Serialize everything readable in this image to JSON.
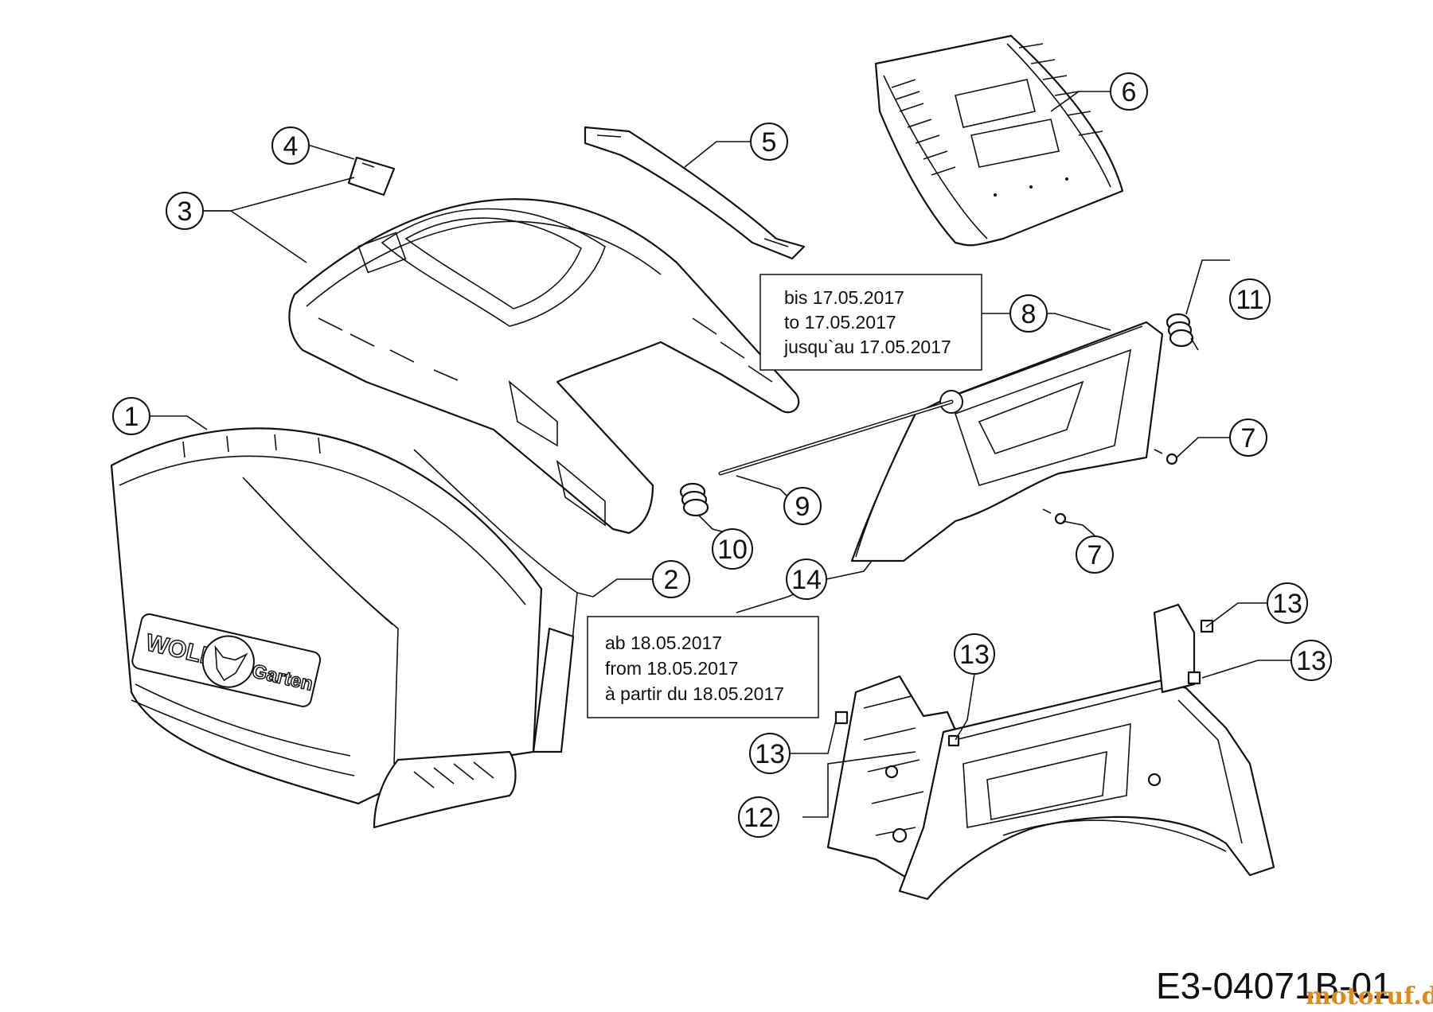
{
  "diagram": {
    "callouts": [
      {
        "id": "c1",
        "label": "1"
      },
      {
        "id": "c2",
        "label": "2"
      },
      {
        "id": "c3",
        "label": "3"
      },
      {
        "id": "c4",
        "label": "4"
      },
      {
        "id": "c5",
        "label": "5"
      },
      {
        "id": "c6",
        "label": "6"
      },
      {
        "id": "c7a",
        "label": "7"
      },
      {
        "id": "c7b",
        "label": "7"
      },
      {
        "id": "c8",
        "label": "8"
      },
      {
        "id": "c9",
        "label": "9"
      },
      {
        "id": "c10",
        "label": "10"
      },
      {
        "id": "c11",
        "label": "11"
      },
      {
        "id": "c12",
        "label": "12"
      },
      {
        "id": "c13a",
        "label": "13"
      },
      {
        "id": "c13b",
        "label": "13"
      },
      {
        "id": "c13c",
        "label": "13"
      },
      {
        "id": "c13d",
        "label": "13"
      },
      {
        "id": "c14",
        "label": "14"
      }
    ],
    "note_until": {
      "lines": [
        "bis 17.05.2017",
        "to 17.05.2017",
        "jusqu`au 17.05.2017"
      ]
    },
    "note_from": {
      "lines": [
        "ab 18.05.2017",
        "from 18.05.2017",
        "à partir du 18.05.2017"
      ]
    },
    "logo": {
      "brand": "WOLF",
      "sub": "Garten"
    },
    "drawing_code": "E3-04071B-01",
    "watermark": "motoruf.de"
  }
}
